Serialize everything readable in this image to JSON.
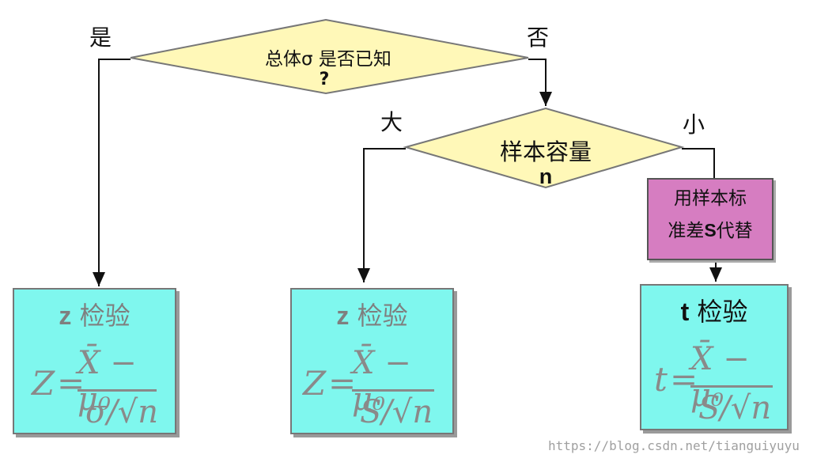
{
  "decision1": {
    "line1": "总体σ 是否已知",
    "line2": "?"
  },
  "decision2": {
    "line1": "样本容量",
    "line2": "n"
  },
  "labels": {
    "yes": "是",
    "no": "否",
    "large": "大",
    "small": "小"
  },
  "substitute": {
    "line1": "用样本标",
    "line2_pre": "准差",
    "line2_s": "S",
    "line2_post": "代替"
  },
  "box_z_sigma": {
    "title_letter": "z",
    "title_text": "检验",
    "lhs": "Z",
    "eq": "=",
    "num": "X̄ − μ₀",
    "den": "σ/√n"
  },
  "box_z_s": {
    "title_letter": "z",
    "title_text": "检验",
    "lhs": "Z",
    "eq": "=",
    "num": "X̄ − μ₀",
    "den": "S/√n"
  },
  "box_t": {
    "title_letter": "t",
    "title_text": "检验",
    "lhs": "t",
    "eq": "=",
    "num": "X̄ − μ₀",
    "den": "S/√n"
  },
  "watermark": "https://blog.csdn.net/tianguiyuyu",
  "colors": {
    "diamond": "#fff8b8",
    "result_box": "#7ff7ee",
    "substitute_box": "#d67dc1"
  }
}
